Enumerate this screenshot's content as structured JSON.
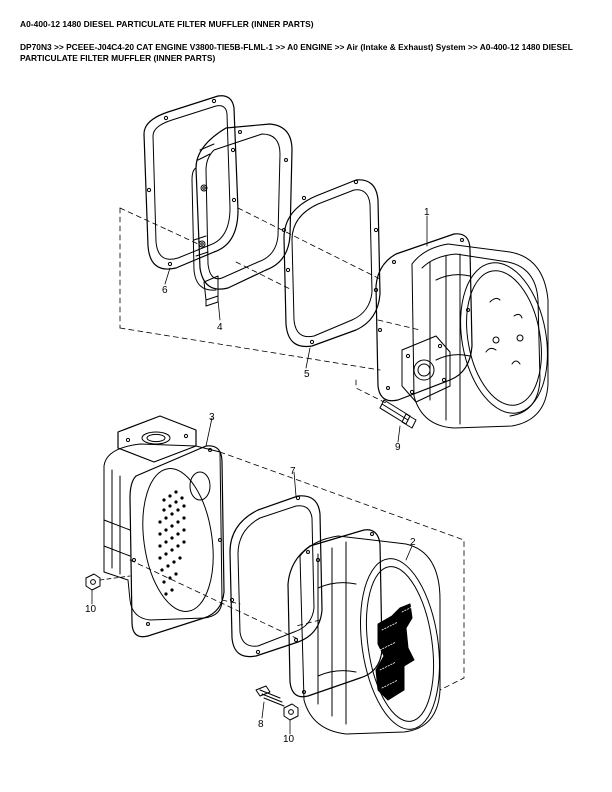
{
  "page": {
    "title": "A0-400-12 1480 DIESEL PARTICULATE FILTER MUFFLER (INNER PARTS)",
    "breadcrumb": "DP70N3 >> PCEEE-J04C4-20 CAT ENGINE V3800-TIE5B-FLML-1 >> A0 ENGINE >> Air (Intake & Exhaust) System >> A0-400-12 1480 DIESEL PARTICULATE FILTER MUFFLER (INNER PARTS)"
  },
  "callouts": {
    "c1": "1",
    "c2": "2",
    "c3": "3",
    "c4": "4",
    "c5": "5",
    "c6": "6",
    "c7": "7",
    "c8": "8",
    "c9": "9",
    "c10a": "10",
    "c10b": "10"
  }
}
